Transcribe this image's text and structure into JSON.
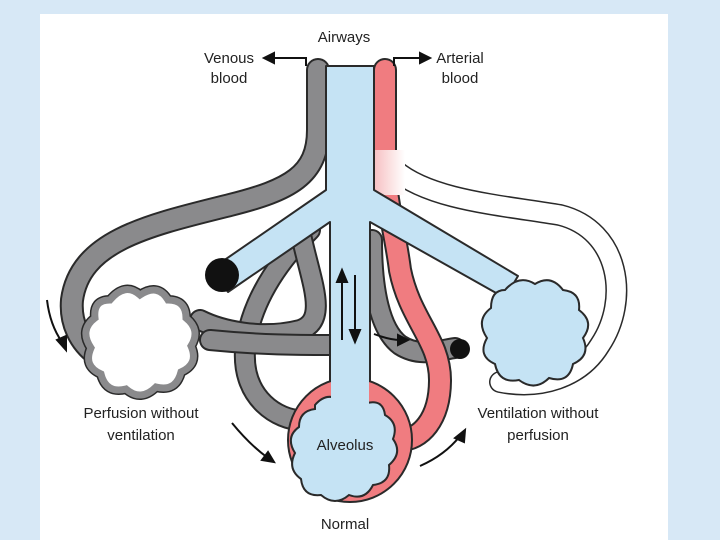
{
  "labels": {
    "airways": "Airways",
    "venous_1": "Venous",
    "venous_2": "blood",
    "arterial_1": "Arterial",
    "arterial_2": "blood",
    "left_1": "Perfusion without",
    "left_2": "ventilation",
    "right_1": "Ventilation without",
    "right_2": "perfusion",
    "alveolus": "Alveolus",
    "normal": "Normal"
  },
  "colors": {
    "page_background": "#d7e8f6",
    "panel": "#ffffff",
    "airway_fill": "#c5e3f4",
    "venous": "#8a8a8c",
    "arterial": "#f07c80",
    "outline": "#2a2a2a",
    "text": "#222222"
  },
  "icons": [
    "arrow-left-icon",
    "arrow-right-icon",
    "flow-arrow-icon",
    "shunt-blob-icon",
    "double-arrow-icon"
  ]
}
